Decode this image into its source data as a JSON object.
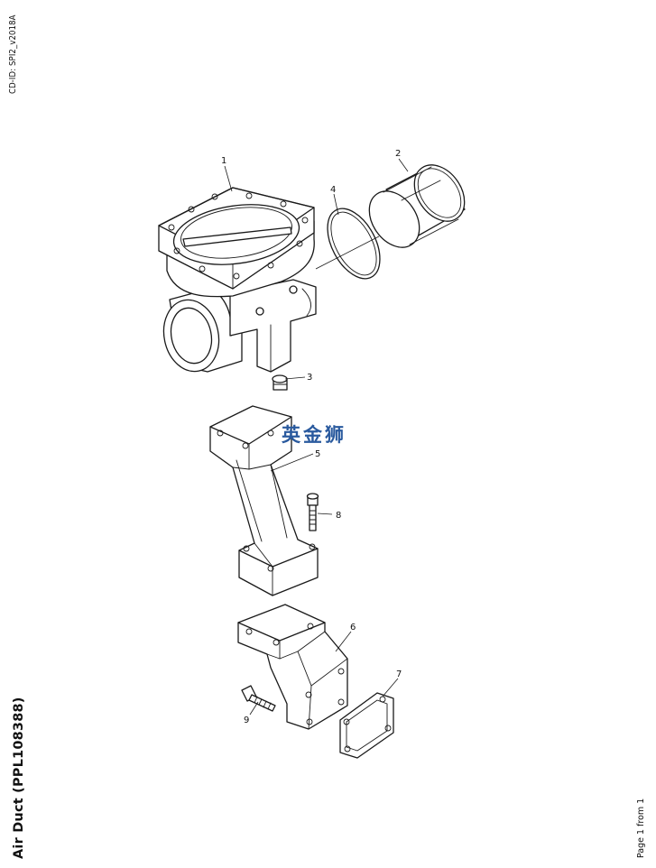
{
  "header": {
    "cd_id": "CD-ID: SPI2_v2018A"
  },
  "document": {
    "title": "Air Duct (PPL108388)",
    "page_info": "Page 1 from 1"
  },
  "watermark": {
    "text": "英金狮",
    "color": "#2a5a9e"
  },
  "callouts": [
    {
      "number": "1",
      "part": "air-duct-housing"
    },
    {
      "number": "2",
      "part": "sleeve"
    },
    {
      "number": "3",
      "part": "plug"
    },
    {
      "number": "4",
      "part": "o-ring"
    },
    {
      "number": "5",
      "part": "bracket"
    },
    {
      "number": "6",
      "part": "bracket"
    },
    {
      "number": "7",
      "part": "gasket"
    },
    {
      "number": "8",
      "part": "screw"
    },
    {
      "number": "9",
      "part": "screw"
    }
  ]
}
